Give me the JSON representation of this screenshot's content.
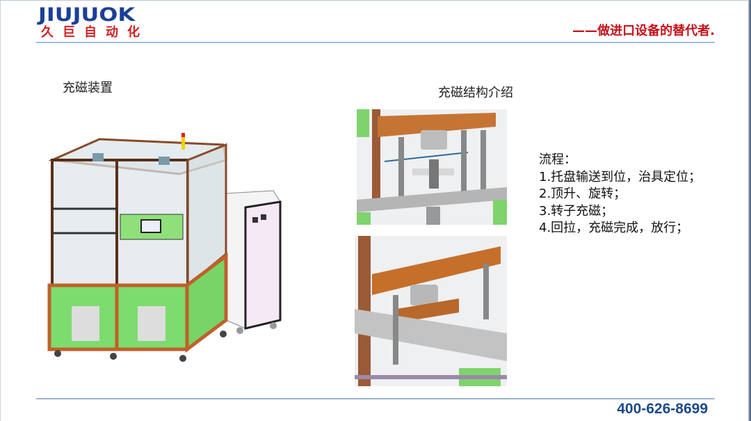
{
  "header": {
    "logo_en": "JIUJUOK",
    "logo_cn": "久巨自动化",
    "slogan": "——做进口设备的替代者."
  },
  "left_section": {
    "title": "充磁装置",
    "image": "3d-render-magnetizing-machine"
  },
  "right_section": {
    "title": "充磁结构介绍",
    "images": [
      "magnetizing-structure-closeup-top",
      "magnetizing-structure-closeup-bottom"
    ],
    "process": {
      "label": "流程：",
      "steps": [
        "1.托盘输送到位，治具定位；",
        "2.顶升、旋转；",
        "3.转子充磁；",
        "4.回拉，充磁完成，放行；"
      ]
    }
  },
  "footer": {
    "phone": "400-626-8699"
  },
  "colors": {
    "brand_blue": "#1b3f98",
    "brand_red": "#d41f1f",
    "slogan_red": "#c4121a",
    "rule_blue": "#9dc0e6",
    "phone_blue": "#1d4a88"
  }
}
